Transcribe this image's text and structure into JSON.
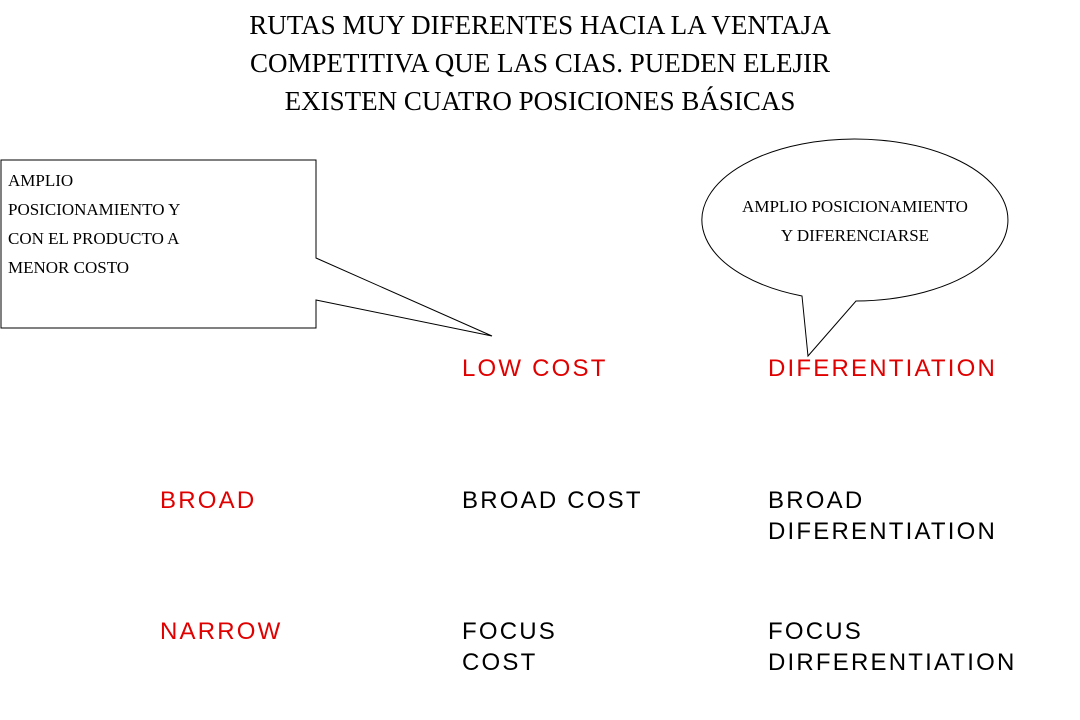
{
  "title": {
    "line1": "RUTAS MUY DIFERENTES HACIA LA VENTAJA",
    "line2": "COMPETITIVA QUE LAS CIAS. PUEDEN ELEJIR",
    "line3": "EXISTEN CUATRO POSICIONES BÁSICAS"
  },
  "callout_left": {
    "line1": "AMPLIO",
    "line2": "POSICIONAMIENTO Y",
    "line3": "CON EL PRODUCTO A",
    "line4": "MENOR COSTO"
  },
  "callout_right": {
    "line1": "AMPLIO POSICIONAMIENTO",
    "line2": "Y DIFERENCIARSE"
  },
  "matrix": {
    "col_headers": {
      "low_cost": "LOW COST",
      "differentiation": "DIFERENTIATION"
    },
    "row_headers": {
      "broad": "BROAD",
      "narrow": "NARROW"
    },
    "cells": {
      "broad_cost": {
        "line1": "BROAD COST"
      },
      "broad_diff": {
        "line1": "BROAD",
        "line2": "DIFERENTIATION"
      },
      "focus_cost": {
        "line1": "FOCUS",
        "line2": "COST"
      },
      "focus_diff": {
        "line1": "FOCUS",
        "line2": "DIRFERENTIATION"
      }
    }
  },
  "colors": {
    "header_red": "#e00000",
    "text_black": "#000000"
  }
}
